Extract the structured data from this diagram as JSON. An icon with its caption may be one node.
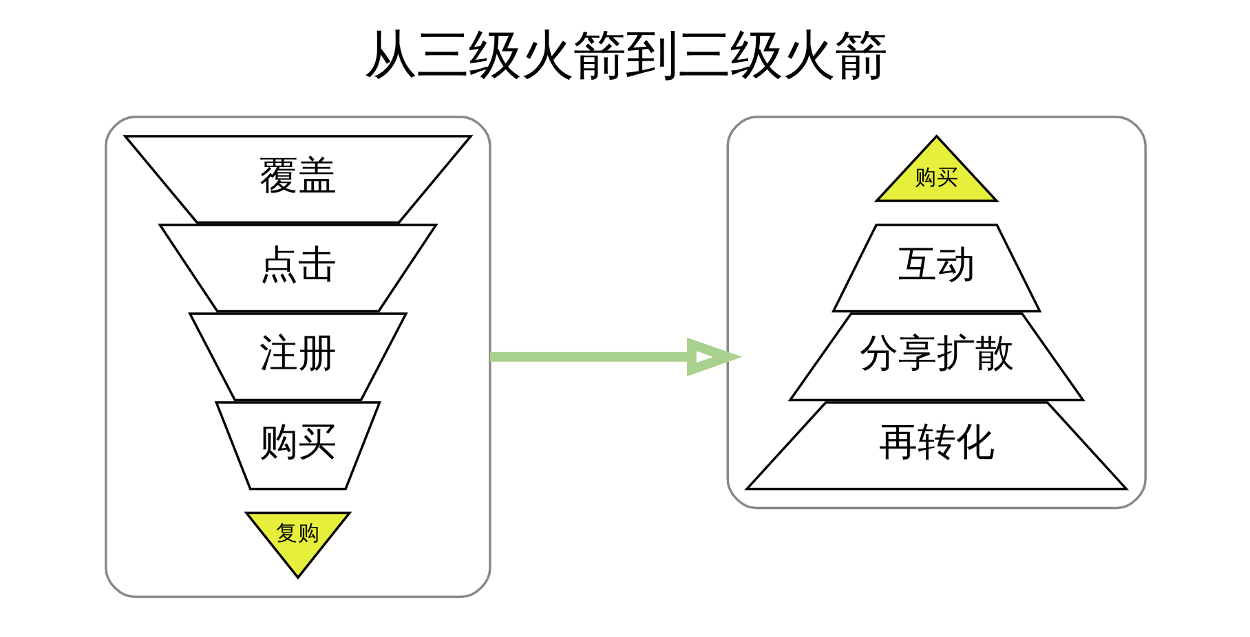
{
  "diagram": {
    "title": "从三级火箭到三级火箭",
    "nodes": [
      {
        "text": [],
        "shape": "triangle"
      },
      {
        "text": [
          "覆盖"
        ],
        "in": 0
      },
      {
        "text": [
          "点击"
        ],
        "in": 0
      },
      {
        "text": [
          "注册"
        ],
        "in": 0
      },
      {
        "text": [
          "购买"
        ],
        "in": 0
      },
      {
        "text": [
          "复购"
        ],
        "in": 0
      },
      {
        "text": [],
        "shape": "triangle"
      },
      {
        "text": [
          "购买"
        ],
        "in": 6
      },
      {
        "text": [
          "互动"
        ],
        "in": 6
      },
      {
        "text": [
          "分享扩散"
        ],
        "in": 6
      },
      {
        "text": [
          "再转化"
        ],
        "in": 6
      }
    ],
    "edges": [
      {
        "from": 0,
        "to": 6,
        "arrow": "to",
        "color": "#a9d18e"
      }
    ]
  }
}
